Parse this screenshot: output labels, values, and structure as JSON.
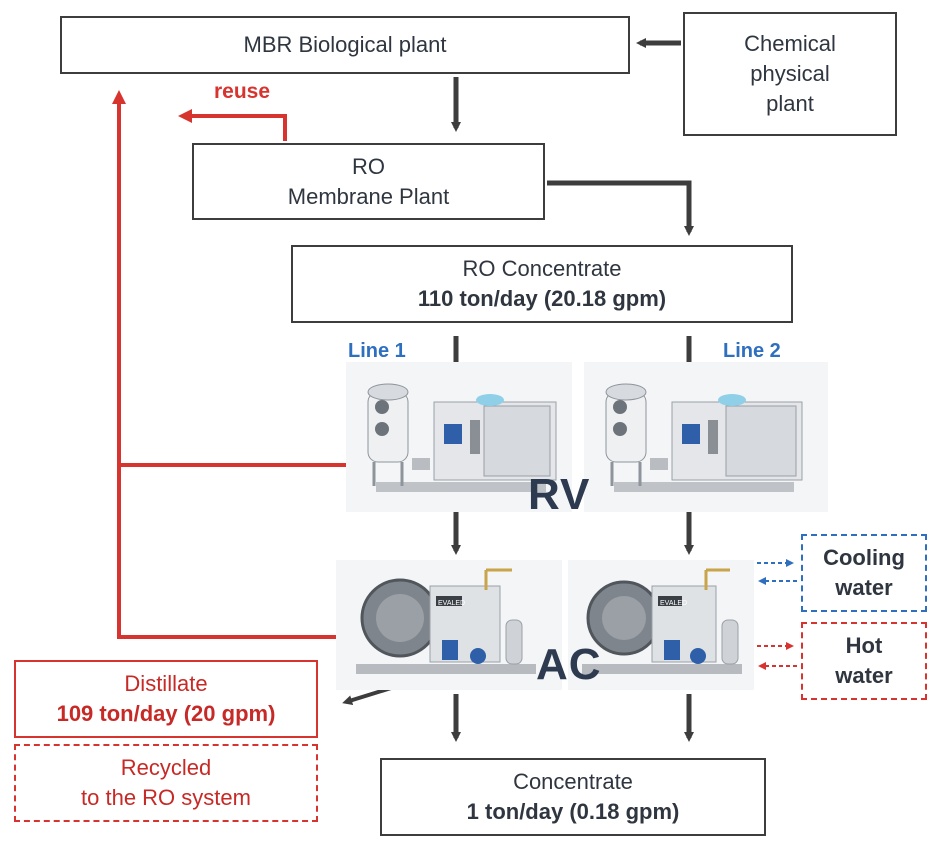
{
  "boxes": {
    "mbr": "MBR Biological plant",
    "chem": [
      "Chemical",
      "physical",
      "plant"
    ],
    "ro": [
      "RO",
      "Membrane Plant"
    ],
    "ro_conc": {
      "title": "RO Concentrate",
      "value": "110 ton/day (20.18 gpm)"
    },
    "distillate": {
      "title": "Distillate",
      "value": "109 ton/day (20 gpm)"
    },
    "recycled": [
      "Recycled",
      "to the RO system"
    ],
    "concentrate": {
      "title": "Concentrate",
      "value": "1 ton/day (0.18 gpm)"
    },
    "cooling": [
      "Cooling",
      "water"
    ],
    "hot": [
      "Hot",
      "water"
    ]
  },
  "labels": {
    "reuse": "reuse",
    "line1": "Line 1",
    "line2": "Line 2",
    "rv": "RV",
    "ac": "AC",
    "brand": "EVALED"
  },
  "colors": {
    "red": "#d8342f",
    "blue": "#2e6fc0",
    "arrow": "#3d3d3d"
  }
}
